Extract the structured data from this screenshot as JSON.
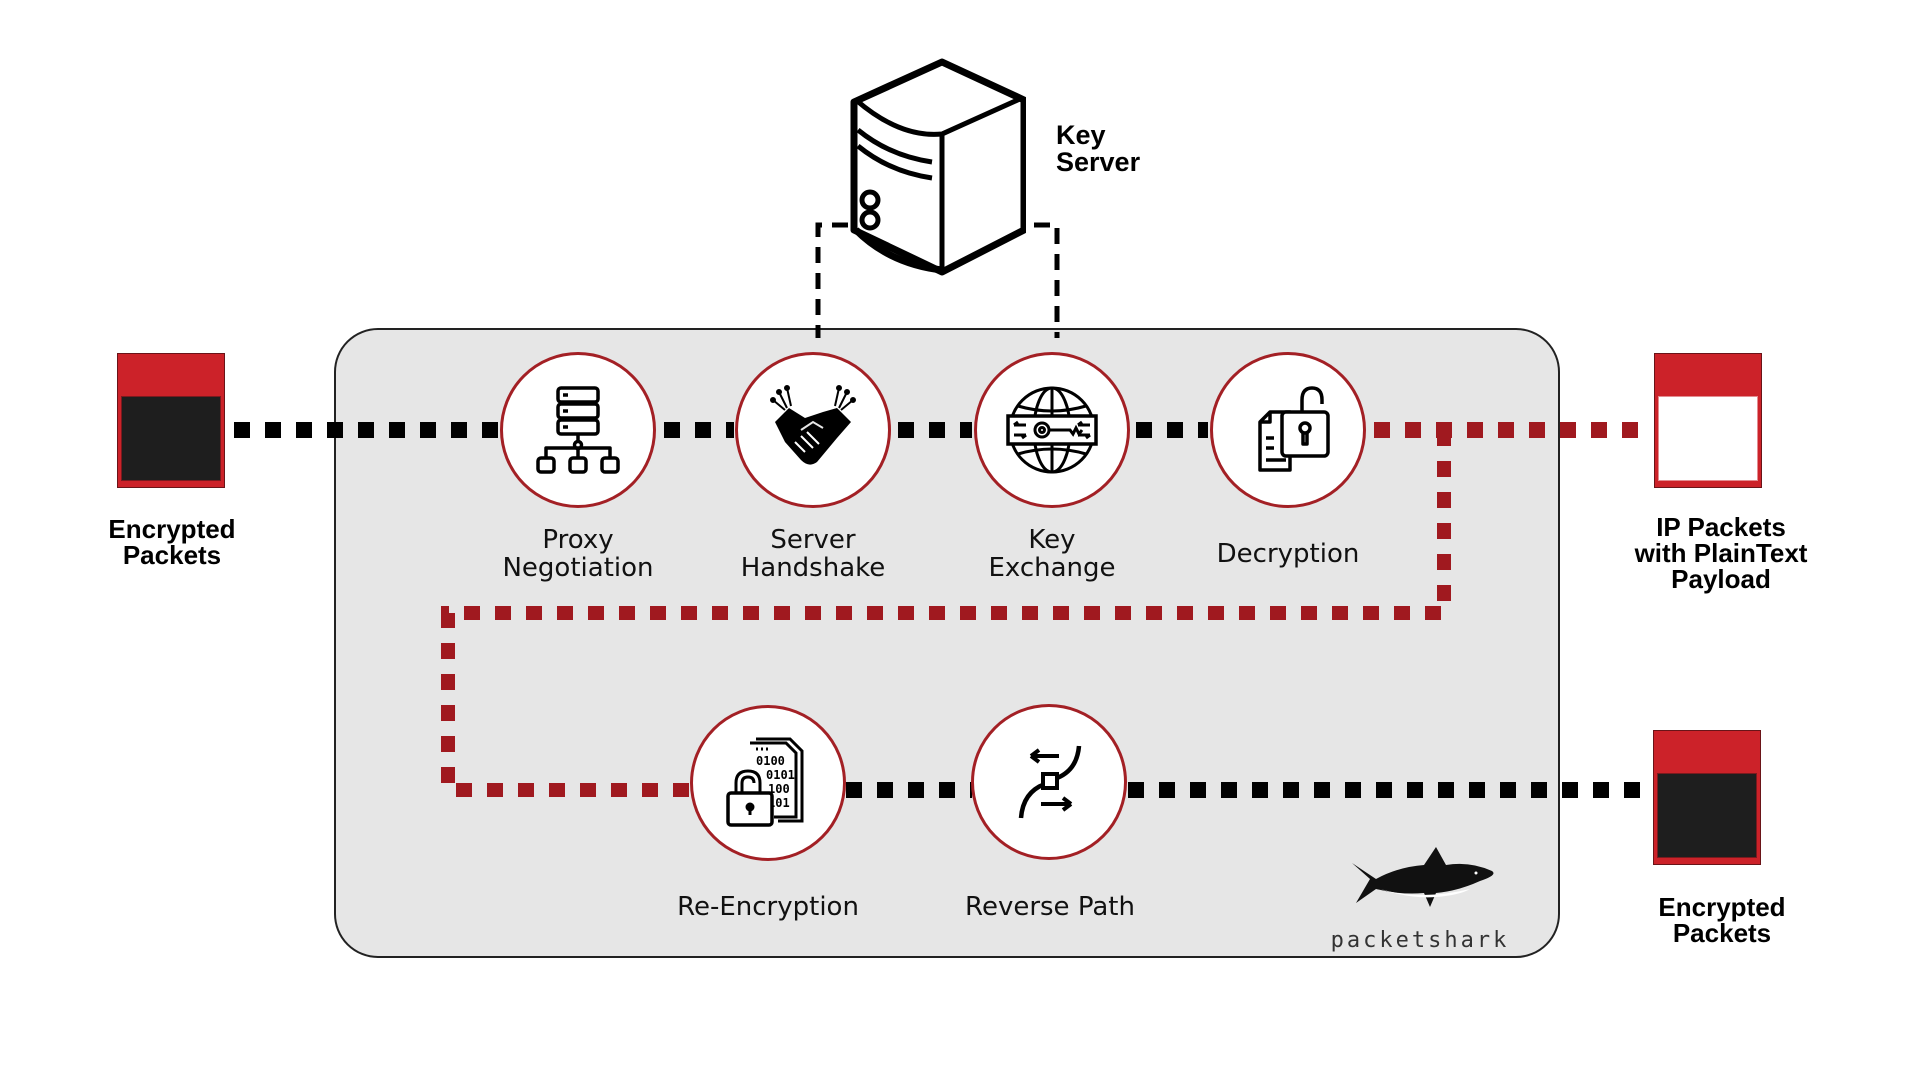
{
  "diagram": {
    "title": "Packet decryption proxy flow",
    "key_server": {
      "label_line1": "Key",
      "label_line2": "Server",
      "icon": "server-tower-icon"
    },
    "stages": [
      {
        "id": "proxy-negotiation",
        "line1": "Proxy",
        "line2": "Negotiation",
        "icon": "server-network-icon"
      },
      {
        "id": "server-handshake",
        "line1": "Server",
        "line2": "Handshake",
        "icon": "handshake-icon"
      },
      {
        "id": "key-exchange",
        "line1": "Key",
        "line2": "Exchange",
        "icon": "globe-key-icon"
      },
      {
        "id": "decryption",
        "line1": "Decryption",
        "line2": "",
        "icon": "document-unlock-icon"
      },
      {
        "id": "re-encryption",
        "line1": "Re-Encryption",
        "line2": "",
        "icon": "binary-lock-icon"
      },
      {
        "id": "reverse-path",
        "line1": "Reverse Path",
        "line2": "",
        "icon": "reverse-path-icon"
      }
    ],
    "endpoints": {
      "input": {
        "line1": "Encrypted",
        "line2": "Packets"
      },
      "output_plain": {
        "line1": "IP Packets",
        "line2": "with PlainText",
        "line3": "Payload"
      },
      "output_encrypted": {
        "line1": "Encrypted",
        "line2": "Packets"
      }
    },
    "brand": {
      "name": "packetshark",
      "icon": "shark-icon"
    },
    "colors": {
      "accent_red": "#a32025",
      "packet_red": "#cc2229",
      "packet_dark": "#1e1e1e",
      "panel_bg": "#e6e6e6",
      "line_black": "#000000"
    }
  }
}
